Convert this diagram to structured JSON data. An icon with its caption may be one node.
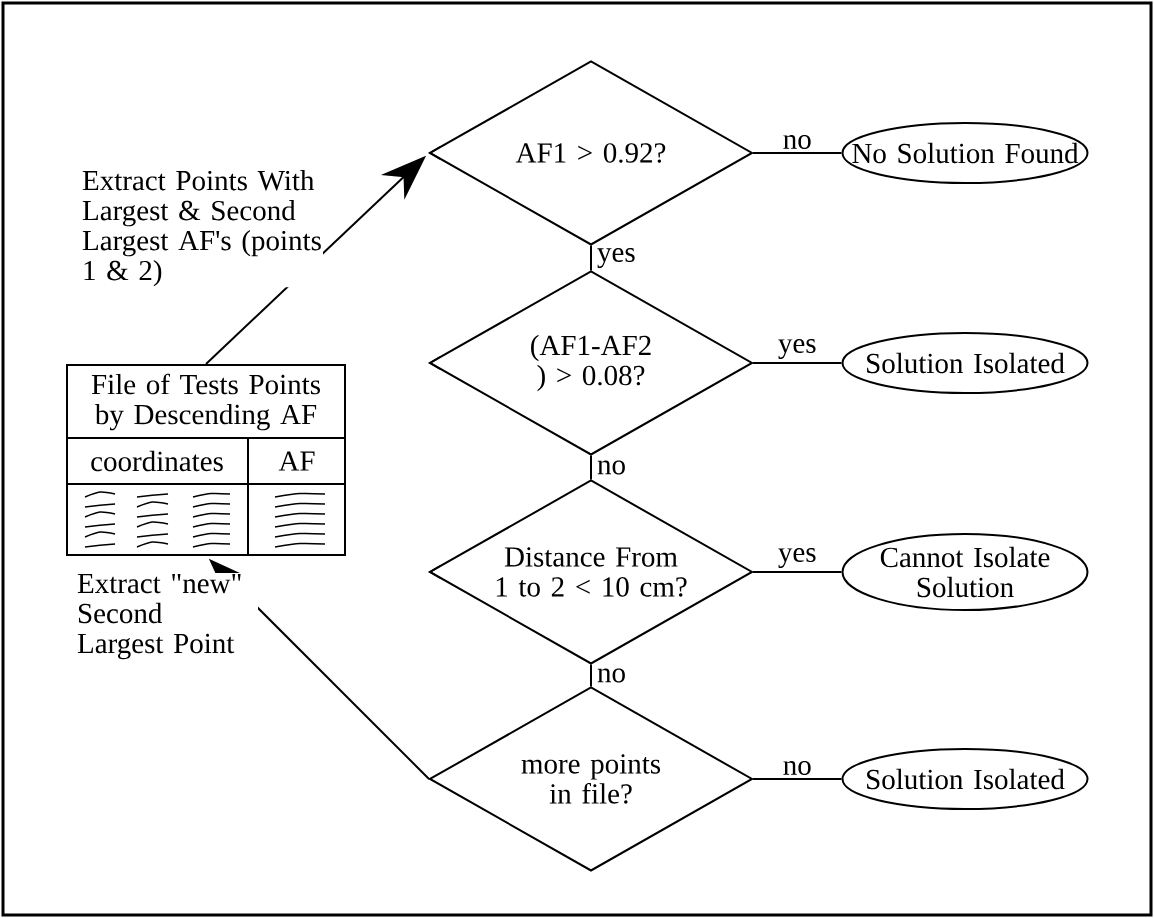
{
  "diagram": {
    "nodes": [
      {
        "text": [
          "File of Tests Points by Descending AF",
          "coordinates",
          "AF"
        ]
      },
      {
        "text": [
          "AF1 > 0.92?"
        ]
      },
      {
        "text": [
          "No Solution Found"
        ]
      },
      {
        "text": [
          "(AF1-AF2 ) > 0.08?"
        ]
      },
      {
        "text": [
          "Solution Isolated"
        ]
      },
      {
        "text": [
          "Distance From 1 to 2 < 10 cm?"
        ]
      },
      {
        "text": [
          "Cannot Isolate Solution"
        ]
      },
      {
        "text": [
          "more points in file?"
        ]
      },
      {
        "text": [
          "Solution Isolated"
        ]
      }
    ],
    "edges": [
      {
        "from": 0,
        "to": 1,
        "arrow": "to",
        "label": "Extract Points With Largest & Second Largest AF's (points 1 & 2)"
      },
      {
        "from": 1,
        "to": 2,
        "arrow": "none",
        "label": "no"
      },
      {
        "from": 1,
        "to": 3,
        "arrow": "none",
        "label": "yes"
      },
      {
        "from": 3,
        "to": 4,
        "arrow": "none",
        "label": "yes"
      },
      {
        "from": 3,
        "to": 5,
        "arrow": "none",
        "label": "no"
      },
      {
        "from": 5,
        "to": 6,
        "arrow": "none",
        "label": "yes"
      },
      {
        "from": 5,
        "to": 7,
        "arrow": "none",
        "label": "no"
      },
      {
        "from": 7,
        "to": 8,
        "arrow": "none",
        "label": "no"
      },
      {
        "from": 7,
        "to": 0,
        "arrow": "to",
        "label": "Extract \"new\" Second Largest Point"
      }
    ]
  }
}
